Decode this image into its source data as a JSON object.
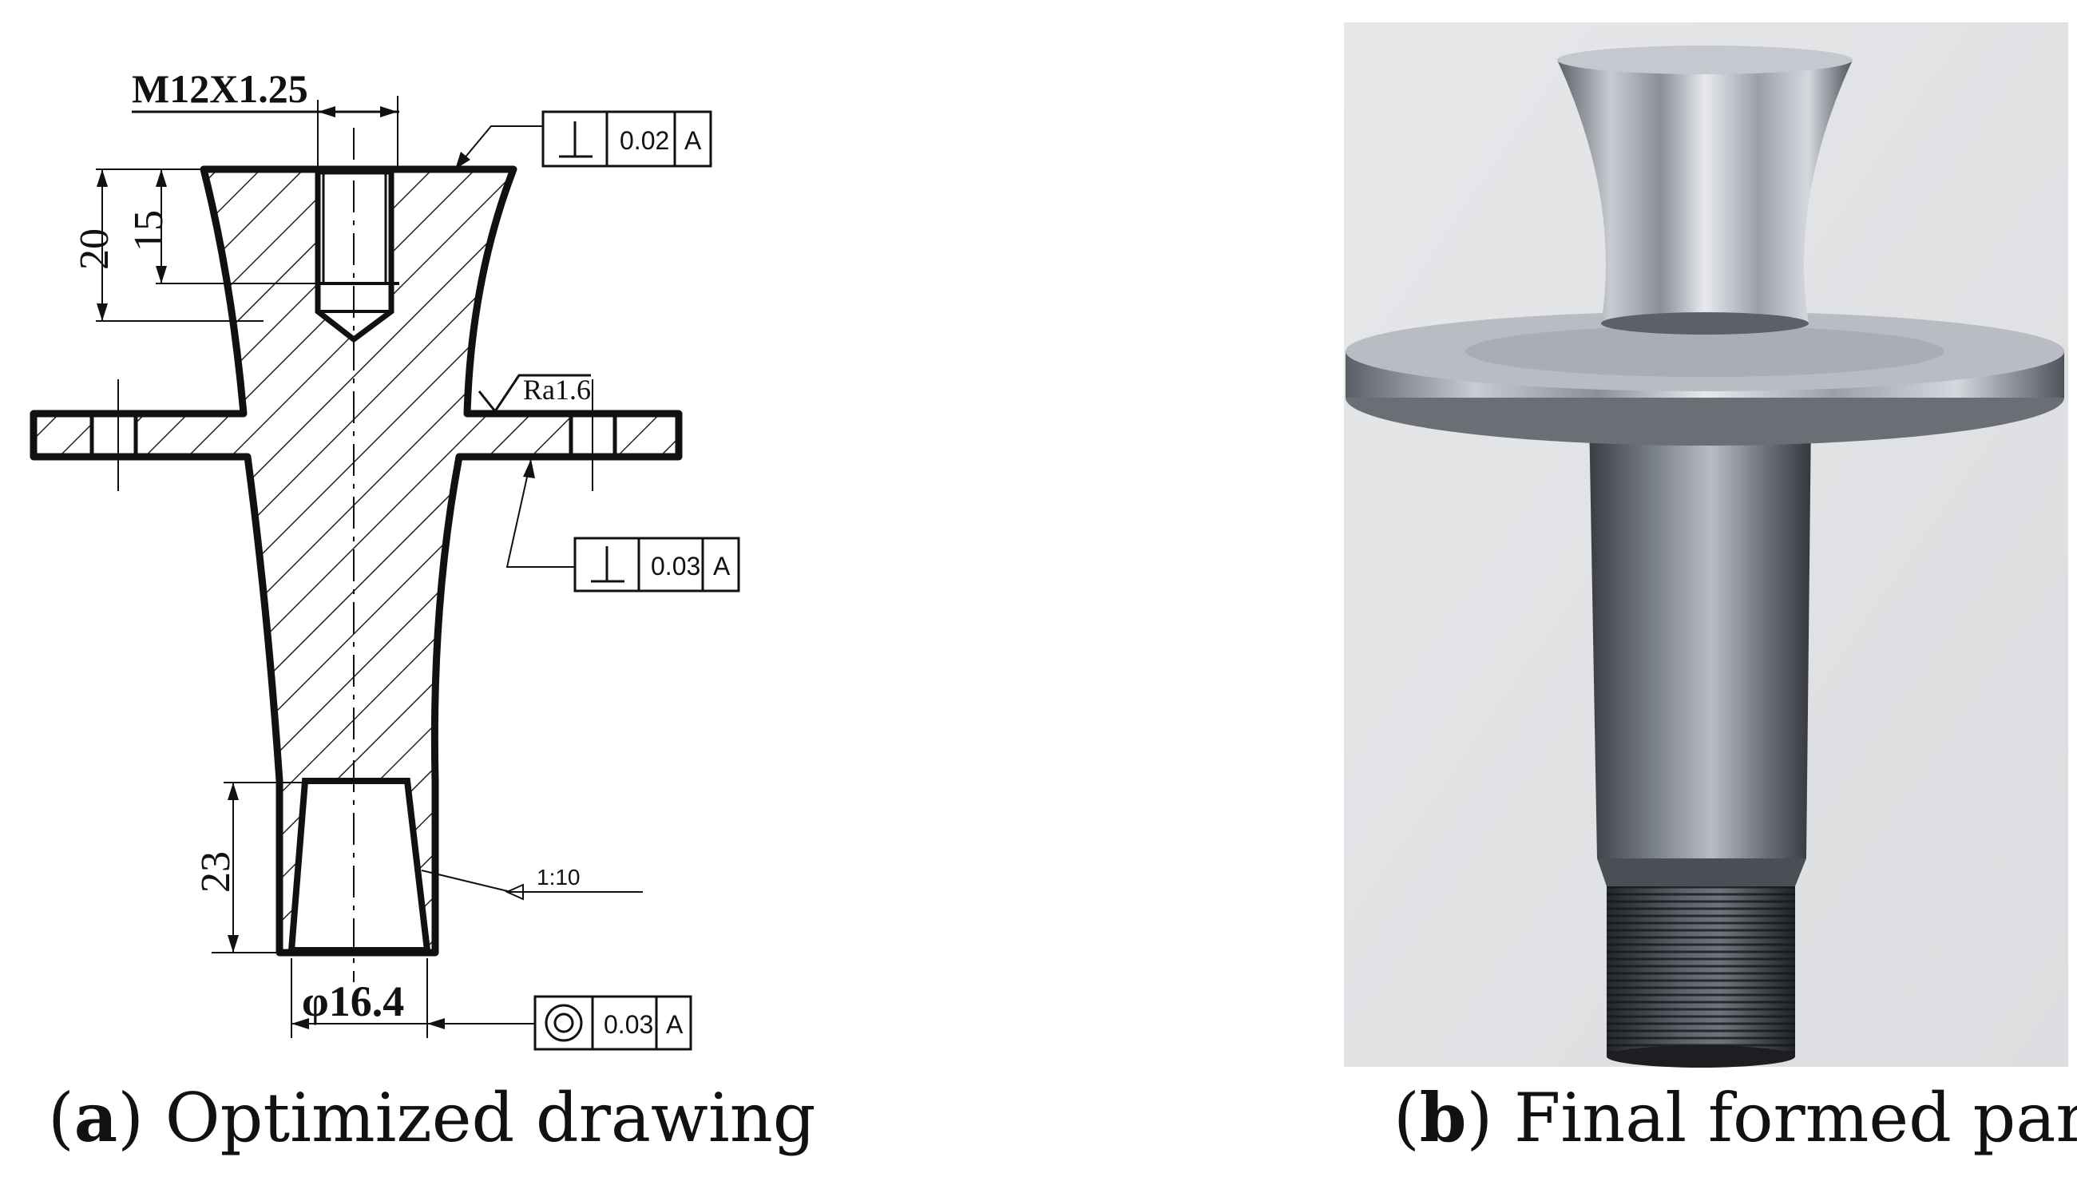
{
  "drawing": {
    "thread": "M12X1.25",
    "dim_total_depth": "20",
    "dim_thread_depth": "15",
    "dim_taper_depth": "23",
    "dim_diameter": "φ16.4",
    "roughness": "Ra1.6",
    "taper_ratio": "1:10",
    "tolerances": [
      {
        "symbol": "perpendicularity",
        "value": "0.02",
        "datum": "A"
      },
      {
        "symbol": "perpendicularity",
        "value": "0.03",
        "datum": "A"
      },
      {
        "symbol": "concentricity",
        "value": "0.03",
        "datum": "A"
      }
    ]
  },
  "captions": {
    "a": {
      "letter": "a",
      "text": "Optimized drawing"
    },
    "b": {
      "letter": "b",
      "text": "Final formed part"
    }
  }
}
